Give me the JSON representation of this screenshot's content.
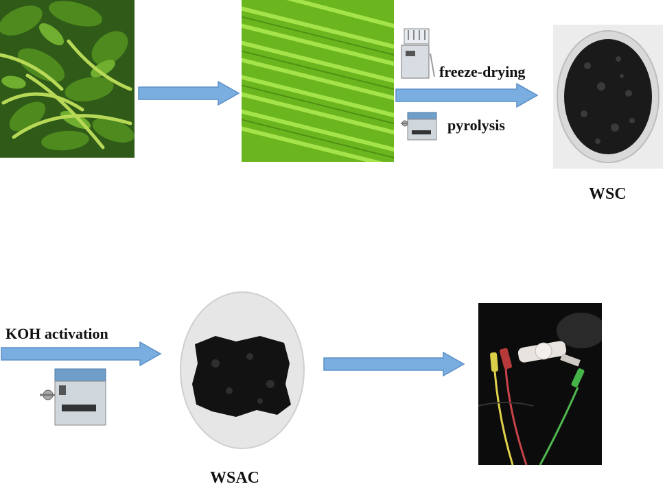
{
  "process_labels": {
    "freeze_drying": "freeze-drying",
    "pyrolysis": "pyrolysis",
    "koh_activation": "KOH activation"
  },
  "product_labels": {
    "wsc": "WSC",
    "wsac": "WSAC"
  },
  "colors": {
    "arrow_fill": "#7aaee0",
    "arrow_stroke": "#5b8fc7",
    "plant_green": "#4f8a1e",
    "noodle_green": "#8fd431",
    "carbon_black": "#111111",
    "dish_grey": "#d9d9d9"
  }
}
